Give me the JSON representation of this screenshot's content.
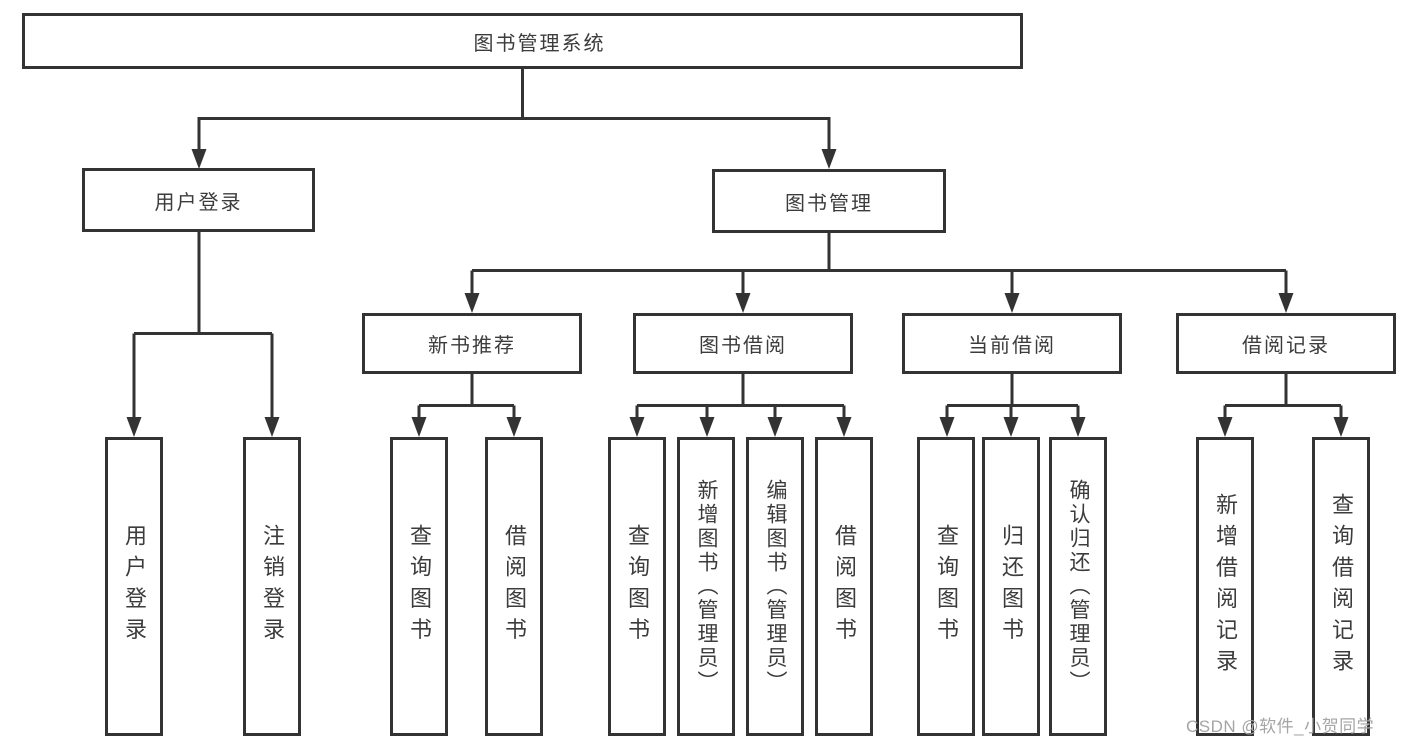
{
  "tree": {
    "root": {
      "label": "图书管理系统"
    },
    "branches": [
      {
        "label": "用户登录",
        "children": [
          "用户登录",
          "注销登录"
        ]
      },
      {
        "label": "图书管理",
        "sections": [
          {
            "label": "新书推荐",
            "children": [
              "查询图书",
              "借阅图书"
            ]
          },
          {
            "label": "图书借阅",
            "children": [
              "查询图书",
              "新增图书（管理员）",
              "编辑图书（管理员）",
              "借阅图书"
            ]
          },
          {
            "label": "当前借阅",
            "children": [
              "查询图书",
              "归还图书",
              "确认归还（管理员）"
            ]
          },
          {
            "label": "借阅记录",
            "children": [
              "新增借阅记录",
              "查询借阅记录"
            ]
          }
        ]
      }
    ]
  },
  "watermark": {
    "text": "CSDN @软件_小贺同学"
  },
  "colors": {
    "line": "#333333",
    "border": "#333333",
    "text": "#3c3c3c",
    "watermark": "#a5a5a5",
    "background": "#ffffff"
  }
}
